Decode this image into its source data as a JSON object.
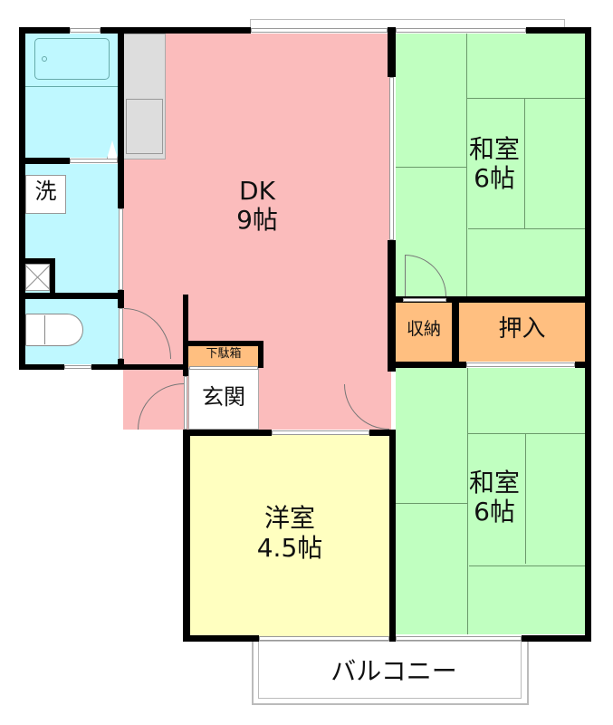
{
  "floor_plan": {
    "rooms": {
      "dk": {
        "name": "DK",
        "size": "9帖",
        "color": "#fbbcbc"
      },
      "washitsu_top": {
        "name": "和室",
        "size": "6帖",
        "color": "#c0ffc0"
      },
      "washitsu_bottom": {
        "name": "和室",
        "size": "6帖",
        "color": "#c0ffc0"
      },
      "youshitsu": {
        "name": "洋室",
        "size": "4.5帖",
        "color": "#ffffc0"
      },
      "storage": {
        "name": "収納",
        "color": "#ffbf80"
      },
      "oshiire": {
        "name": "押入",
        "color": "#ffbf80"
      },
      "shoe_box": {
        "name": "下駄箱",
        "color": "#ffbf80"
      },
      "entrance": {
        "name": "玄関"
      },
      "washer": {
        "name": "洗"
      },
      "balcony": {
        "name": "バルコニー"
      },
      "bath_area_color": "#bff8ff"
    }
  }
}
